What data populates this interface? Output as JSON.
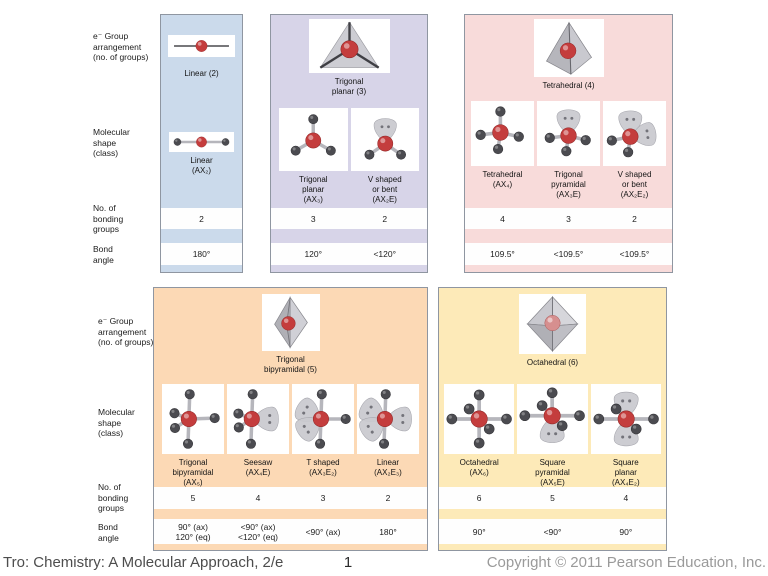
{
  "colors": {
    "panel_linear_bg": "#cbdaeb",
    "panel_trigonal_planar_bg": "#d7d4e8",
    "panel_tetrahedral_bg": "#f8dbda",
    "panel_trigonal_bipyramidal_bg": "#fcd9b5",
    "panel_octahedral_bg": "#fdeab8",
    "band_bg": "#fefefe",
    "atom_red": "#c43d3d",
    "atom_gray": "#4b4b50",
    "bond_gray": "#b6b6bc",
    "lone_pair_gray": "#c9c9cf"
  },
  "row_labels": {
    "arrangement": "e⁻ Group\narrangement\n(no. of groups)",
    "shape": "Molecular\nshape\n(class)",
    "bonding": "No. of\nbonding\ngroups",
    "angle": "Bond\nangle"
  },
  "panels": [
    {
      "name": "linear-2",
      "arrangement": {
        "label": "Linear (2)",
        "figure": "arr-linear"
      },
      "shapes": [
        {
          "figure": "mol-ax2",
          "name": "Linear",
          "formula": "(AX₂)",
          "bonding": "2",
          "angle": "180°"
        }
      ]
    },
    {
      "name": "trigonal-planar-3",
      "arrangement": {
        "label": "Trigonal\nplanar (3)",
        "figure": "arr-trigonal-planar"
      },
      "shapes": [
        {
          "figure": "mol-ax3",
          "name": "Trigonal\nplanar",
          "formula": "(AX₃)",
          "bonding": "3",
          "angle": "120°"
        },
        {
          "figure": "mol-ax2e",
          "name": "V shaped\nor bent",
          "formula": "(AX₂E)",
          "bonding": "2",
          "angle": "<120°"
        }
      ]
    },
    {
      "name": "tetrahedral-4",
      "arrangement": {
        "label": "Tetrahedral (4)",
        "figure": "arr-tetrahedral"
      },
      "shapes": [
        {
          "figure": "mol-ax4",
          "name": "Tetrahedral",
          "formula": "(AX₄)",
          "bonding": "4",
          "angle": "109.5°"
        },
        {
          "figure": "mol-ax3e",
          "name": "Trigonal\npyramidal",
          "formula": "(AX₃E)",
          "bonding": "3",
          "angle": "<109.5°"
        },
        {
          "figure": "mol-ax2e2",
          "name": "V shaped\nor bent",
          "formula": "(AX₂E₂)",
          "bonding": "2",
          "angle": "<109.5°"
        }
      ]
    },
    {
      "name": "trigonal-bipyramidal-5",
      "arrangement": {
        "label": "Trigonal\nbipyramidal (5)",
        "figure": "arr-trigonal-bipyramidal"
      },
      "shapes": [
        {
          "figure": "mol-ax5",
          "name": "Trigonal\nbipyramidal",
          "formula": "(AX₅)",
          "bonding": "5",
          "angle": "90° (ax)\n120° (eq)"
        },
        {
          "figure": "mol-ax4e",
          "name": "Seesaw",
          "formula": "(AX₄E)",
          "bonding": "4",
          "angle": "<90° (ax)\n<120° (eq)"
        },
        {
          "figure": "mol-ax3e2",
          "name": "T shaped",
          "formula": "(AX₃E₂)",
          "bonding": "3",
          "angle": "<90° (ax)"
        },
        {
          "figure": "mol-ax2e3",
          "name": "Linear",
          "formula": "(AX₂E₃)",
          "bonding": "2",
          "angle": "180°"
        }
      ]
    },
    {
      "name": "octahedral-6",
      "arrangement": {
        "label": "Octahedral (6)",
        "figure": "arr-octahedral"
      },
      "shapes": [
        {
          "figure": "mol-ax6",
          "name": "Octahedral",
          "formula": "(AX₆)",
          "bonding": "6",
          "angle": "90°"
        },
        {
          "figure": "mol-ax5e",
          "name": "Square\npyramidal",
          "formula": "(AX₅E)",
          "bonding": "5",
          "angle": "<90°"
        },
        {
          "figure": "mol-ax4e2",
          "name": "Square\nplanar",
          "formula": "(AX₄E₂)",
          "bonding": "4",
          "angle": "90°"
        }
      ]
    }
  ],
  "footer": {
    "left": "Tro: Chemistry: A Molecular Approach, 2/e",
    "page": "1",
    "right": "Copyright © 2011 Pearson Education, Inc."
  }
}
